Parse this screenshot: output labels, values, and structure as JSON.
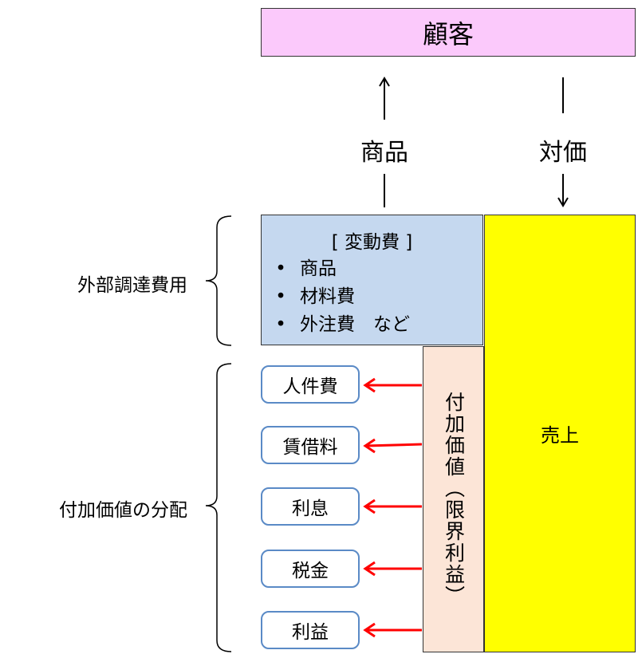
{
  "customer": "顧客",
  "flow": {
    "goods": "商品",
    "payment": "対価"
  },
  "variable_cost": {
    "title": "[ 変動費 ]",
    "bullet": "•",
    "items": [
      "商品",
      "材料費",
      "外注費　など"
    ]
  },
  "sales": "売上",
  "added_value": "付加価値（限界利益）",
  "distribution": [
    "人件費",
    "賃借料",
    "利息",
    "税金",
    "利益"
  ],
  "side_labels": {
    "external": "外部調達費用",
    "distribution": "付加価値の分配"
  },
  "colors": {
    "customer": "#fbc9fb",
    "variable": "#c5d8ef",
    "sales": "#ffff00",
    "added": "#fce5d7",
    "arrow": "#ff0000",
    "box_border": "#5a8ac6"
  }
}
